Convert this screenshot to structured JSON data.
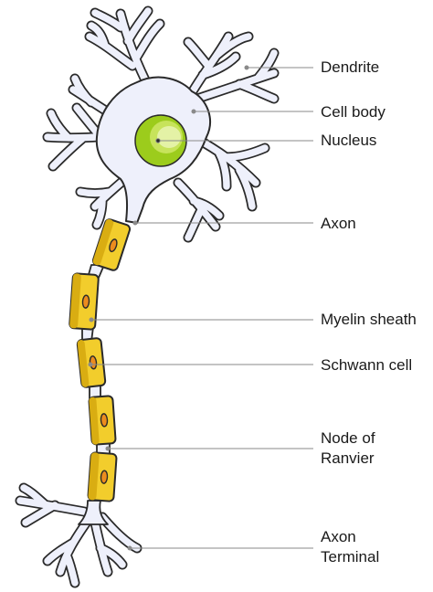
{
  "labels": {
    "dendrite": "Dendrite",
    "cell_body": "Cell body",
    "nucleus": "Nucleus",
    "axon": "Axon",
    "myelin_sheath": "Myelin sheath",
    "schwann_cell": "Schwann cell",
    "node_of_ranvier": [
      "Node of",
      "Ranvier"
    ],
    "axon_terminal": [
      "Axon",
      "Terminal"
    ]
  },
  "colors": {
    "membrane_fill": "#eef0fb",
    "membrane_stroke": "#2a2a2a",
    "nucleus_outer": "#9ccc1c",
    "nucleus_inner": "#e4f2a6",
    "myelin": "#f2cd2c",
    "myelin_dark": "#d9ad12",
    "schwann_nucleus": "#ec8c1e",
    "leader_line": "#8a8a8a"
  }
}
